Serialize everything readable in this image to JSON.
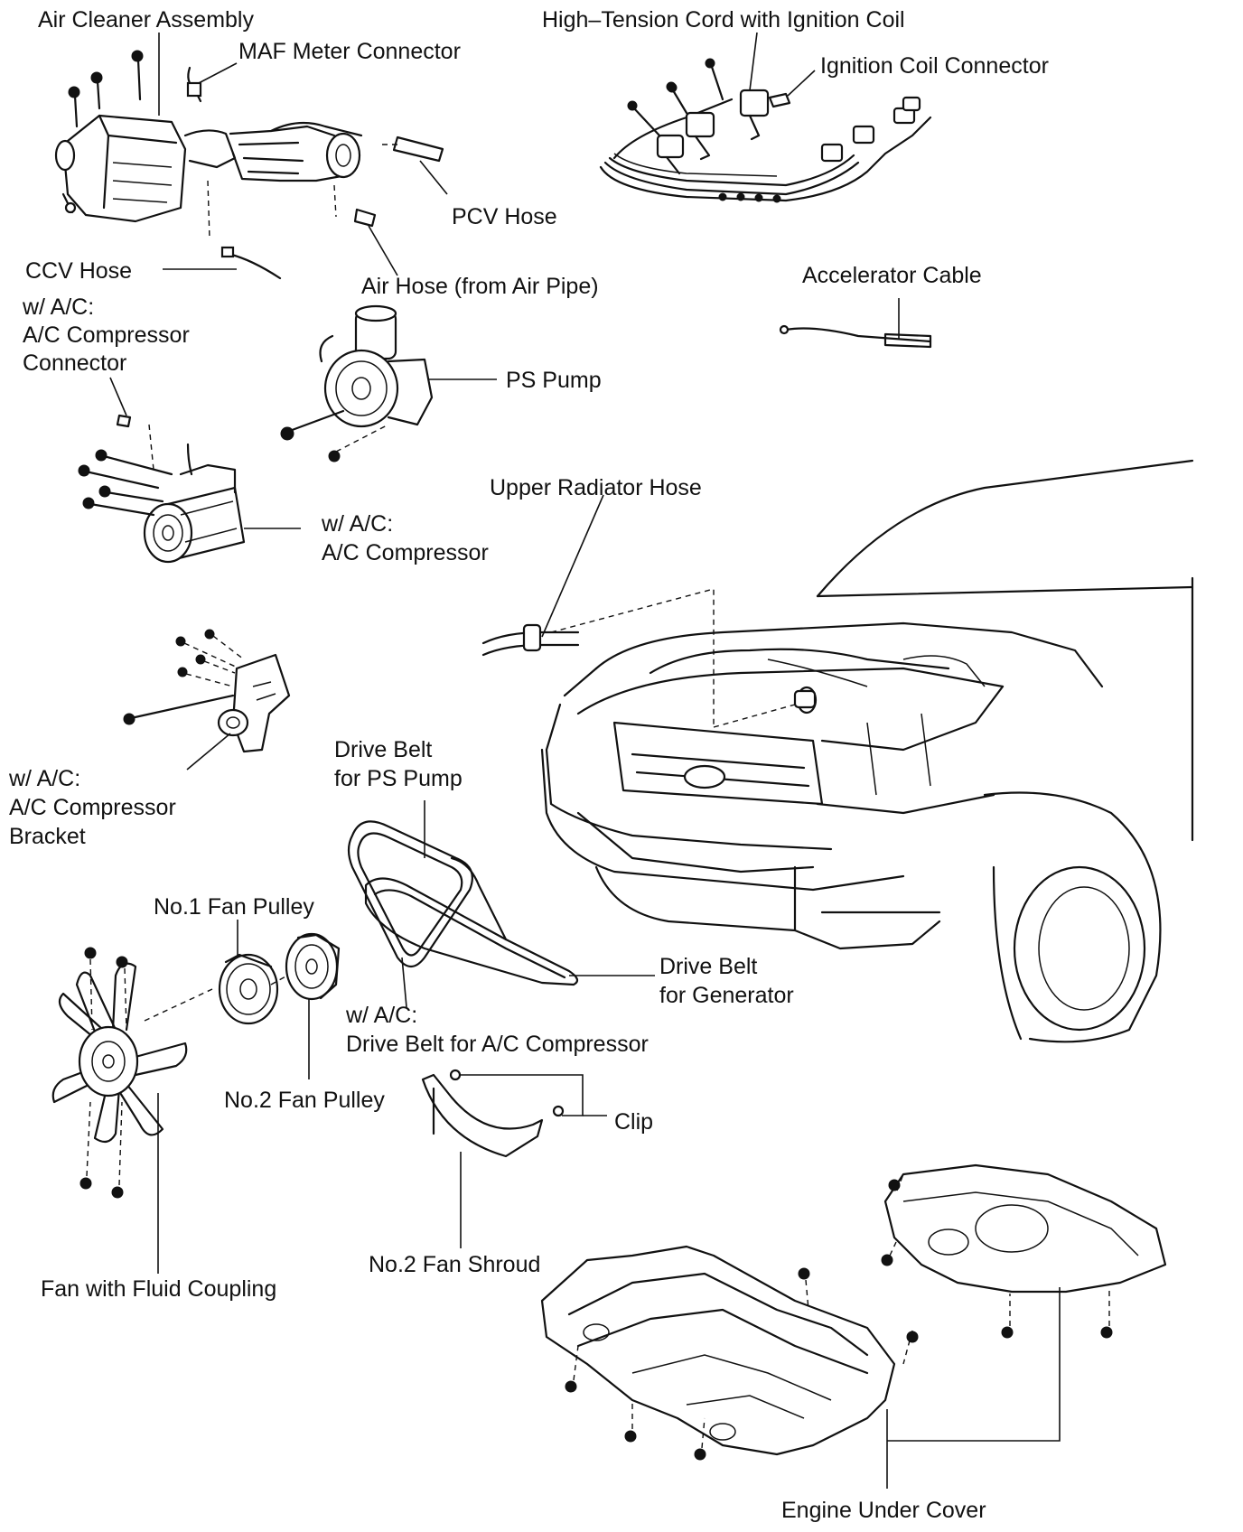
{
  "labels": {
    "air_cleaner_assembly": "Air Cleaner Assembly",
    "maf_meter_connector": "MAF Meter Connector",
    "high_tension_cord": "High–Tension Cord with Ignition Coil",
    "ignition_coil_connector": "Ignition Coil Connector",
    "pcv_hose": "PCV Hose",
    "ccv_hose": "CCV Hose",
    "air_hose": "Air Hose (from Air Pipe)",
    "accelerator_cable": "Accelerator Cable",
    "ac_compressor_connector": [
      "w/ A/C:",
      "A/C Compressor",
      "Connector"
    ],
    "ps_pump": "PS Pump",
    "upper_radiator_hose": "Upper Radiator Hose",
    "ac_compressor": [
      "w/ A/C:",
      "A/C Compressor"
    ],
    "ac_compressor_bracket": [
      "w/ A/C:",
      "A/C Compressor",
      "Bracket"
    ],
    "drive_belt_ps_pump": [
      "Drive Belt",
      "for PS Pump"
    ],
    "no1_fan_pulley": "No.1 Fan Pulley",
    "drive_belt_generator": [
      "Drive Belt",
      "for Generator"
    ],
    "drive_belt_ac_compressor": [
      "w/ A/C:",
      "Drive Belt for A/C Compressor"
    ],
    "no2_fan_pulley": "No.2 Fan Pulley",
    "clip": "Clip",
    "no2_fan_shroud": "No.2 Fan Shroud",
    "fan_with_fluid_coupling": "Fan with Fluid Coupling",
    "engine_under_cover": "Engine Under Cover"
  }
}
